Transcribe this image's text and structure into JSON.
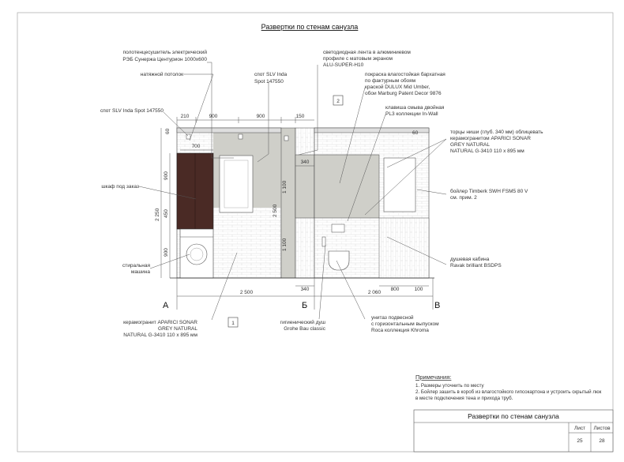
{
  "title": "Развертки по стенам санузла",
  "axes": {
    "a": "А",
    "b": "Б",
    "c": "В"
  },
  "tags": {
    "t1": "1",
    "t2": "2"
  },
  "dims": {
    "top_210": "210",
    "top_900a": "900",
    "top_900b": "900",
    "top_150": "150",
    "d60a": "60",
    "d60b": "60",
    "d700": "700",
    "d340a": "340",
    "d340b": "340",
    "v900": "900",
    "v450": "450",
    "v900b": "900",
    "v2250": "2 250",
    "v1100": "1 100",
    "v2500": "2 500",
    "v1100b": "1 100",
    "b2500": "2 500",
    "b2060": "2 060",
    "d800": "800",
    "d100": "100"
  },
  "labels": {
    "towel_1": "полотенцесушитель электрический",
    "towel_2": "РЭБ Сунержа Центурион 1000х600",
    "spot_inda_1": "спот SLV Inda",
    "spot_inda_2": "Spot 147550",
    "ceiling": "натяжной потолок",
    "spot_left": "спот SLV Inda Spot 147550",
    "led_1": "светодиодная лента в алюминиевом",
    "led_2": "профиле с матовым экраном",
    "led_3": "ALU-SUPER-H10",
    "paint_1": "покраска влагостойкая бархатная",
    "paint_2": "по фактурным обоям",
    "paint_3": "краской DULUX Mid Umber,",
    "paint_4": "обои Marburg Patent Decor 9876",
    "flush_1": "клавиша смыва двойная",
    "flush_2": "PL3 коллекции In-Wall",
    "niche_1": "торцы ниши (глуб. 340 мм) облицевать",
    "niche_2": "керамогранитом APARICI SONAR",
    "niche_3": "GREY NATURAL",
    "niche_4": "NATURAL G-3410   110 х 895 мм",
    "cabinet": "шкаф под заказ",
    "boiler_1": "бойлер Timberk SWH FSM5 80 V",
    "boiler_2": "см. прим. 2",
    "washer_1": "стиральная",
    "washer_2": "машина",
    "shower_1": "душевая кабина",
    "shower_2": "Ravak brilliant BSDPS",
    "tile_1": "керамогранит APARICI SONAR",
    "tile_2": "GREY NATURAL",
    "tile_3": "NATURAL G-3410   110 х 895 мм",
    "hyg_1": "гигиенический душ",
    "hyg_2": "Grohe Bau classic",
    "wc_1": "унитаз подвесной",
    "wc_2": "с горизонтальным выпуском",
    "wc_3": "Roca коллекция Khroma"
  },
  "notes": {
    "heading": "Примечания:",
    "n1": "1. Размеры уточнить по месту",
    "n2a": "2. Бойлер зашить в короб из влагостойкого гипсокартона и устроить скрытый люк",
    "n2b": "    в месте подключения тена и прихода труб."
  },
  "stamp": {
    "sheet_title": "Развертки по стенам санузла",
    "sheet_label": "Лист",
    "sheets_label": "Листов",
    "sheet_no": "25",
    "sheets_total": "28"
  },
  "colors": {
    "cabinet": "#4a2a25",
    "paint": "#cfcfc9",
    "tile_grid": "#bdbdbd",
    "lines": "#555555"
  }
}
